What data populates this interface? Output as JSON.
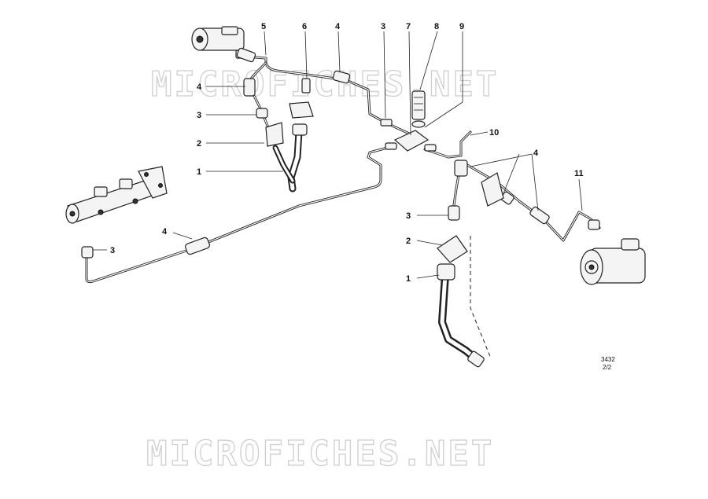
{
  "watermark_top": "MICROFICHES.NET",
  "watermark_bottom": "MICROFICHES.NET",
  "reference": {
    "code": "3432",
    "page": "2/2"
  },
  "callouts": [
    {
      "id": "c5",
      "label": "5"
    },
    {
      "id": "c6",
      "label": "6"
    },
    {
      "id": "c4a",
      "label": "4"
    },
    {
      "id": "c3a",
      "label": "3"
    },
    {
      "id": "c7",
      "label": "7"
    },
    {
      "id": "c8",
      "label": "8"
    },
    {
      "id": "c9",
      "label": "9"
    },
    {
      "id": "c4b",
      "label": "4"
    },
    {
      "id": "c3b",
      "label": "3"
    },
    {
      "id": "c2a",
      "label": "2"
    },
    {
      "id": "c1a",
      "label": "1"
    },
    {
      "id": "c10",
      "label": "10"
    },
    {
      "id": "c4c",
      "label": "4"
    },
    {
      "id": "c11",
      "label": "11"
    },
    {
      "id": "c3c",
      "label": "3"
    },
    {
      "id": "c2b",
      "label": "2"
    },
    {
      "id": "c1b",
      "label": "1"
    },
    {
      "id": "c4d",
      "label": "4"
    },
    {
      "id": "c3d",
      "label": "3"
    }
  ]
}
